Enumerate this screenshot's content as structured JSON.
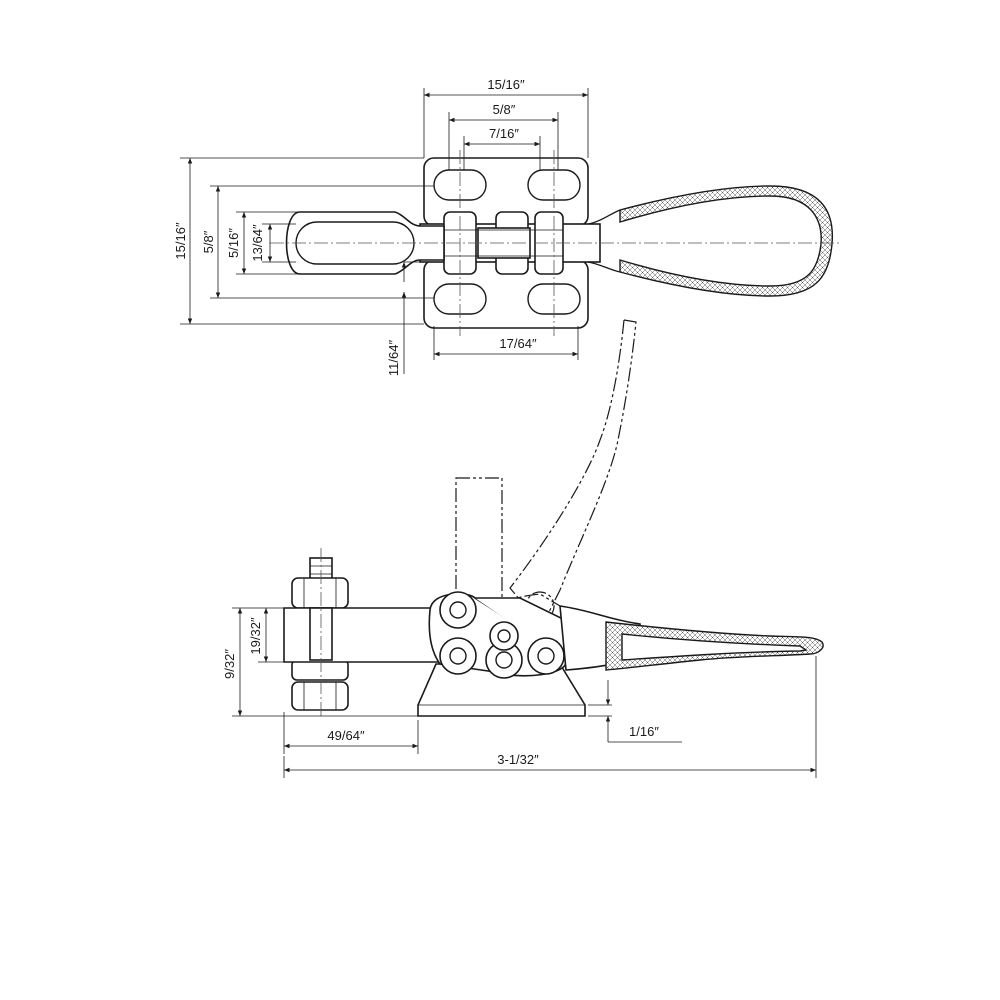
{
  "dimensions": {
    "top_width_overall": "15/16″",
    "top_hole_spacing_outer": "5/8″",
    "top_hole_spacing_inner": "7/16″",
    "left_height_overall": "15/16″",
    "left_height_holes": "5/8″",
    "left_height_slot_outer": "5/16″",
    "left_height_slot_inner": "13/64″",
    "bottom_offset": "11/64″",
    "bottom_spacing": "17/64″",
    "side_height_total": "9/32″",
    "side_height_spindle": "19/32″",
    "side_length_spindle": "49/64″",
    "side_base_thickness": "1/16″",
    "side_length_overall": "3-1/32″"
  },
  "colors": {
    "ink": "#1a1a1a",
    "paper": "#ffffff",
    "centerline": "#555555"
  }
}
